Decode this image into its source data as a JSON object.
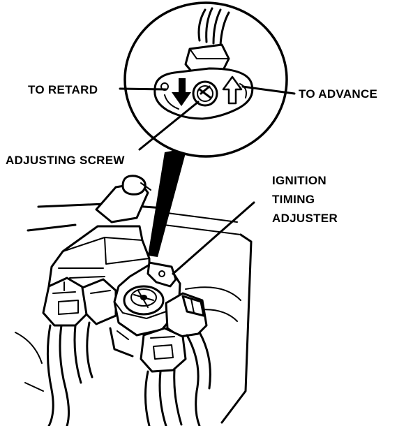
{
  "labels": {
    "to_retard": "TO RETARD",
    "to_advance": "TO ADVANCE",
    "adjusting_screw": "ADJUSTING SCREW",
    "ignition_line1": "IGNITION",
    "ignition_line2": "TIMING",
    "ignition_line3": "ADJUSTER"
  },
  "colors": {
    "ink": "#000000",
    "paper": "#ffffff"
  }
}
